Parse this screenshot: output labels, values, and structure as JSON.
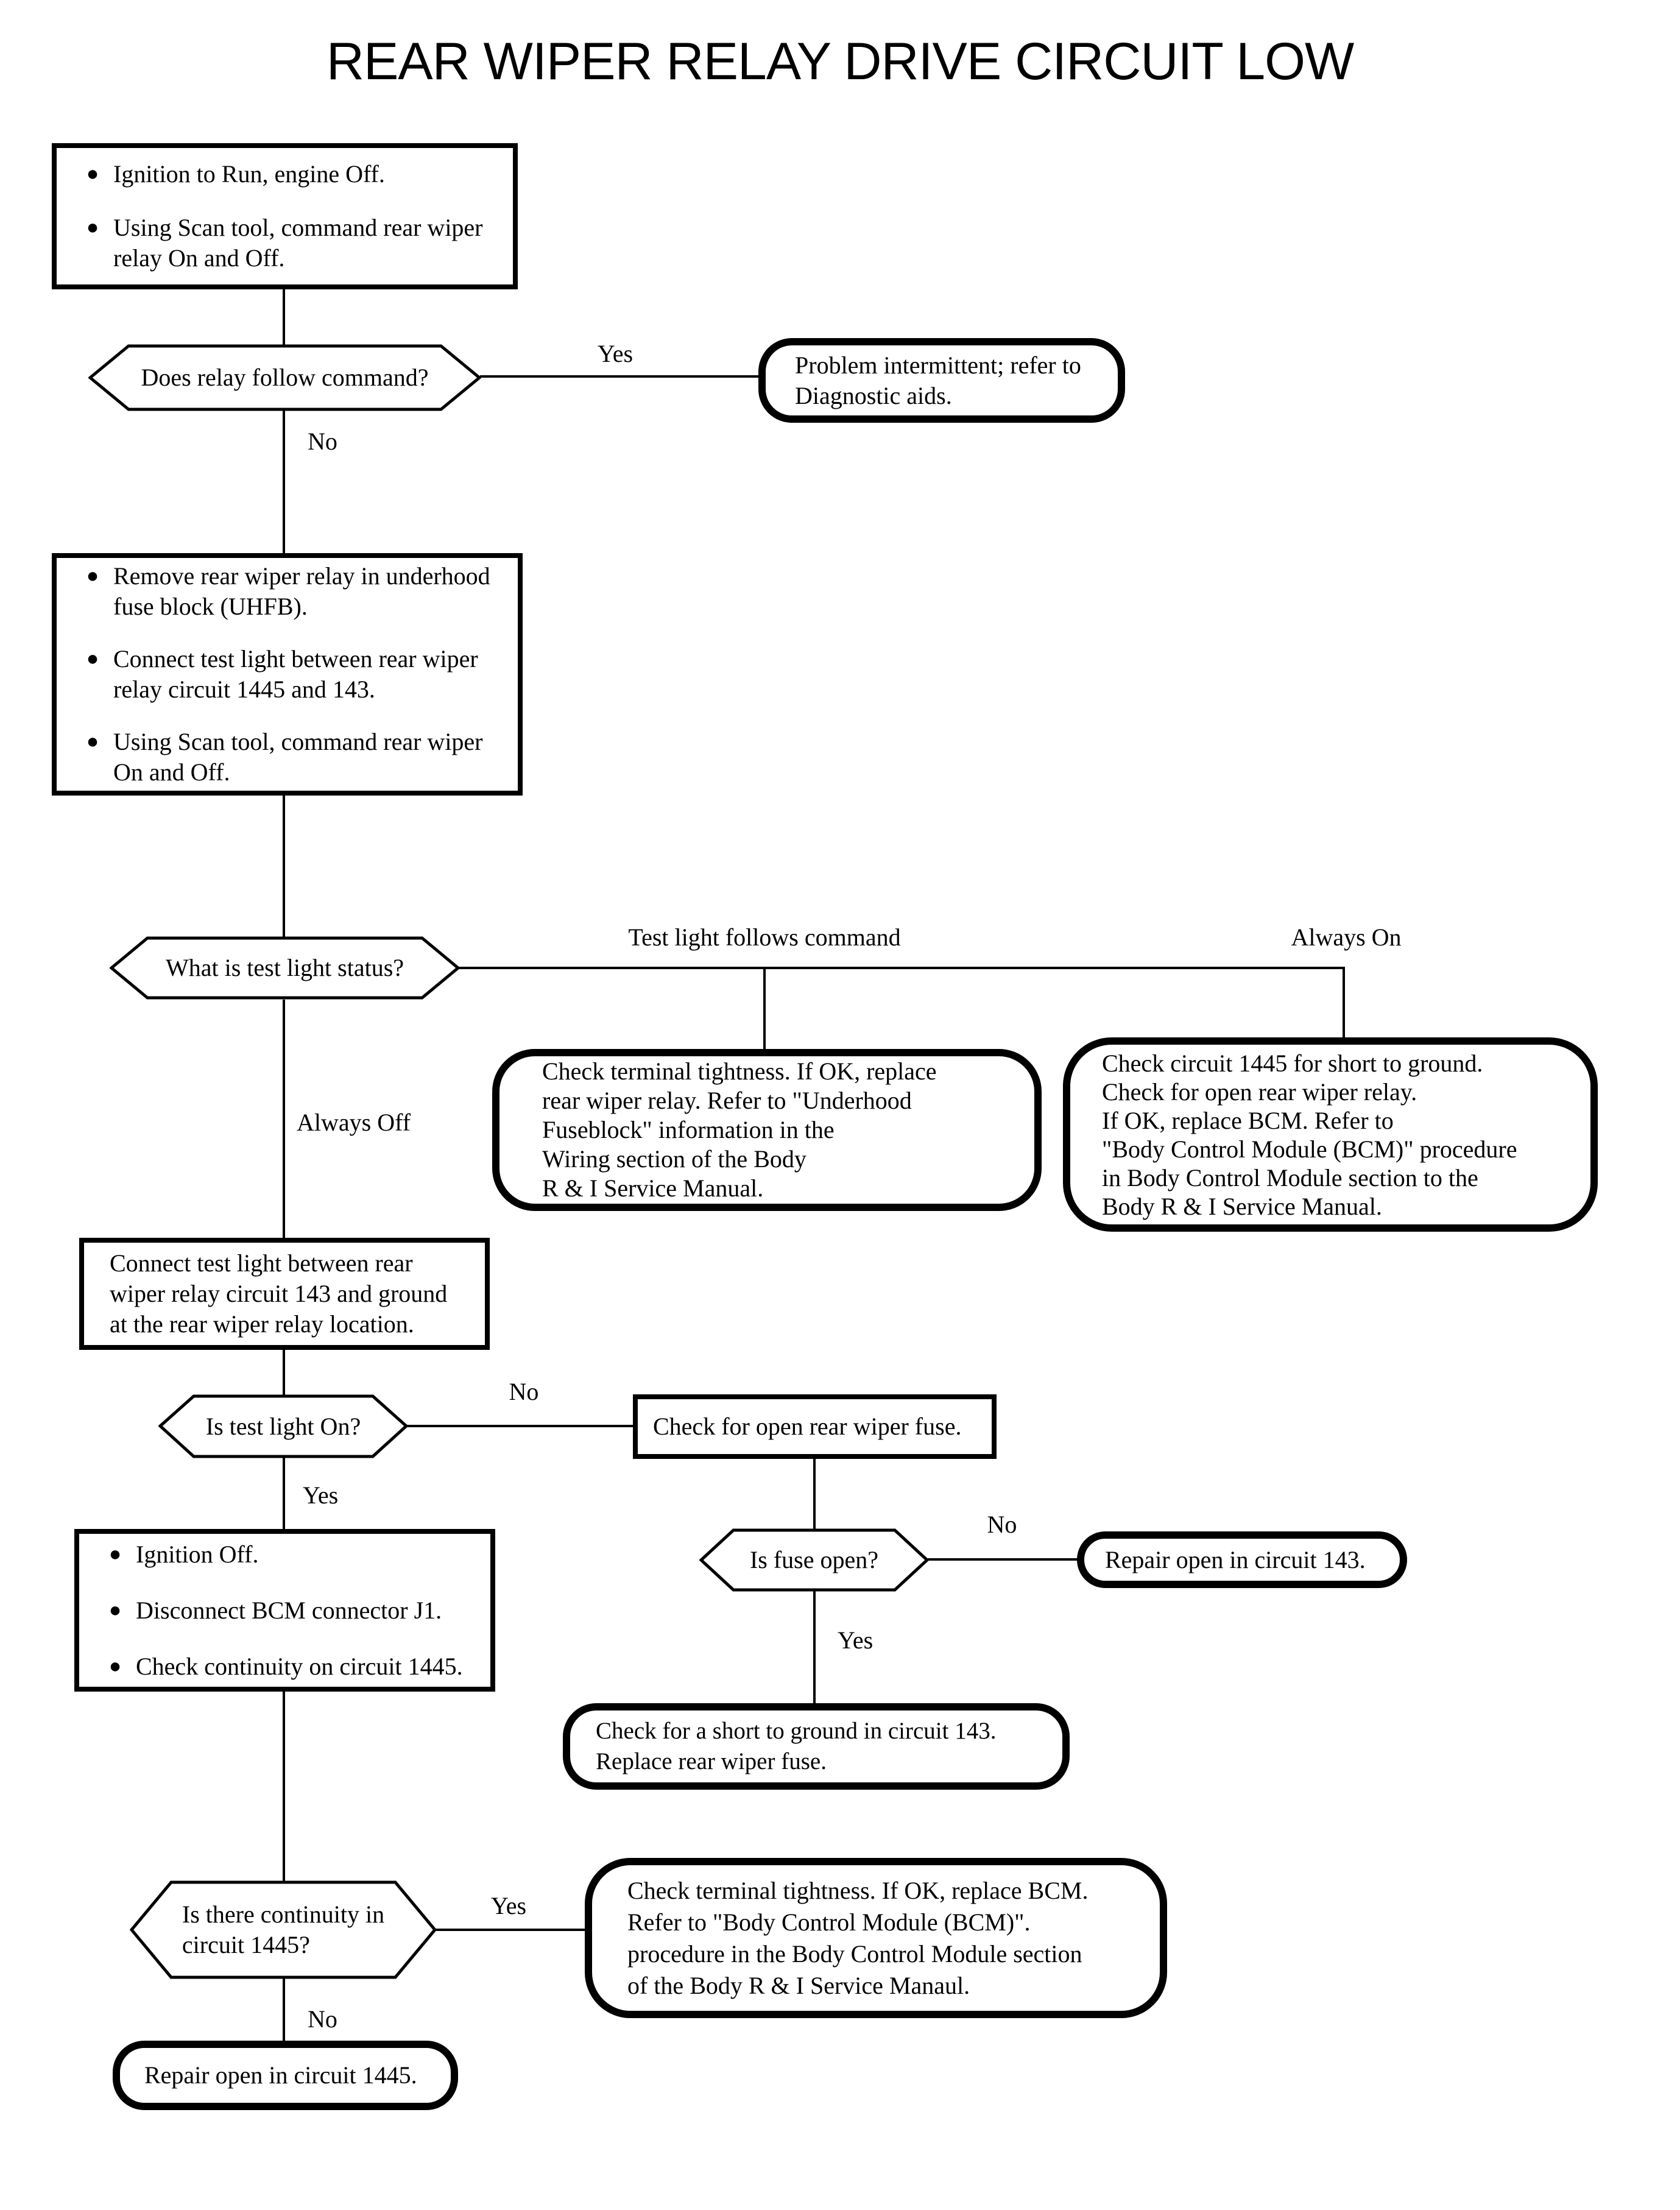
{
  "title": "REAR WIPER RELAY DRIVE CIRCUIT LOW",
  "nodes": {
    "start": {
      "bullets": [
        "Ignition to Run, engine Off.",
        "Using Scan tool, command rear wiper relay On and Off."
      ]
    },
    "relay_decision": {
      "text": "Does relay follow command?"
    },
    "problem_intermittent": {
      "lines": [
        "Problem intermittent; refer to",
        "Diagnostic aids."
      ]
    },
    "step2": {
      "bullets": [
        "Remove rear wiper relay in underhood fuse block (UHFB).",
        "Connect test light between rear wiper relay circuit 1445 and 143.",
        "Using Scan tool, command rear wiper On and Off."
      ]
    },
    "testlight_status_decision": {
      "text": "What is test light status?"
    },
    "check_terminal_relay": {
      "lines": [
        "Check terminal tightness. If OK, replace",
        "rear wiper relay. Refer to \"Underhood",
        "Fuseblock\" information in the",
        "Wiring section of the Body",
        "R & I Service Manual."
      ]
    },
    "check_circuit_1445": {
      "lines": [
        "Check circuit 1445 for short to ground.",
        "Check for open rear wiper relay.",
        "If OK, replace BCM. Refer to",
        "\"Body Control Module (BCM)\" procedure",
        "in Body Control Module section to the",
        "Body R & I Service Manual."
      ]
    },
    "connect_testlight": {
      "lines": [
        "Connect test light between rear",
        "wiper relay circuit 143 and ground",
        "at the rear wiper relay location."
      ]
    },
    "testlight_on_decision": {
      "text": "Is test light On?"
    },
    "check_open_fuse": {
      "text": "Check for open rear wiper fuse."
    },
    "ignition_off": {
      "bullets": [
        "Ignition Off.",
        "Disconnect BCM connector J1.",
        "Check continuity on circuit 1445."
      ]
    },
    "fuse_open_decision": {
      "text": "Is fuse open?"
    },
    "repair_open_143": {
      "text": "Repair open in circuit 143."
    },
    "short_to_ground_143": {
      "lines": [
        "Check for a short to ground in circuit 143.",
        "Replace rear wiper fuse."
      ]
    },
    "continuity_decision": {
      "lines": [
        "Is there continuity in",
        "circuit 1445?"
      ]
    },
    "check_terminal_bcm": {
      "lines": [
        "Check terminal tightness. If OK, replace BCM.",
        "Refer to \"Body Control Module (BCM)\".",
        "procedure in the Body Control Module section",
        "of the Body R & I Service Manaul."
      ]
    },
    "repair_open_1445": {
      "text": "Repair open in circuit 1445."
    }
  },
  "edge_labels": {
    "relay_yes": "Yes",
    "relay_no": "No",
    "status_follows_command": "Test light follows command",
    "status_always_on": "Always On",
    "status_always_off": "Always Off",
    "testlight_no": "No",
    "testlight_yes": "Yes",
    "fuse_no": "No",
    "fuse_yes": "Yes",
    "continuity_yes": "Yes",
    "continuity_no": "No"
  },
  "colors": {
    "ink": "#000000",
    "paper": "#ffffff"
  }
}
